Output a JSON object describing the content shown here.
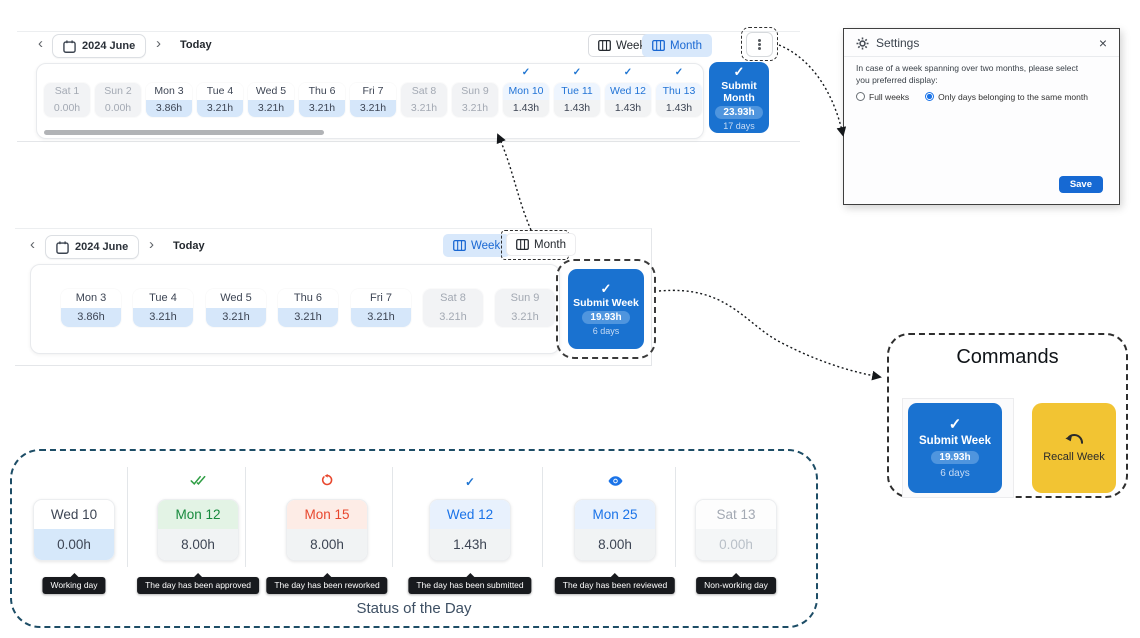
{
  "icons": {
    "check": "✓",
    "prev": "‹",
    "next": "›",
    "close": "×"
  },
  "colors": {
    "primary_blue": "#1a72d0",
    "pill_blue": "#4f95de",
    "selected_bg": "#d8e8fb",
    "accent_yellow": "#f2c433",
    "approved_green": "#178a3d",
    "reworked_red": "#e8472e",
    "link_blue": "#1a73e8",
    "status_border": "#1d4d66"
  },
  "month_bar": {
    "date_label": "2024 June",
    "today_label": "Today",
    "week_label": "Week",
    "month_label": "Month",
    "days": [
      {
        "label": "Sat 1",
        "hours": "0.00h"
      },
      {
        "label": "Sun 2",
        "hours": "0.00h"
      },
      {
        "label": "Mon 3",
        "hours": "3.86h"
      },
      {
        "label": "Tue 4",
        "hours": "3.21h"
      },
      {
        "label": "Wed 5",
        "hours": "3.21h"
      },
      {
        "label": "Thu 6",
        "hours": "3.21h"
      },
      {
        "label": "Fri 7",
        "hours": "3.21h"
      },
      {
        "label": "Sat 8",
        "hours": "3.21h"
      },
      {
        "label": "Sun 9",
        "hours": "3.21h"
      },
      {
        "label": "Mon 10",
        "hours": "1.43h"
      },
      {
        "label": "Tue 11",
        "hours": "1.43h"
      },
      {
        "label": "Wed 12",
        "hours": "1.43h"
      },
      {
        "label": "Thu 13",
        "hours": "1.43h"
      }
    ],
    "submit": {
      "label": "Submit Month",
      "total": "23.93h",
      "days_count": "17 days"
    }
  },
  "week_bar": {
    "date_label": "2024 June",
    "today_label": "Today",
    "week_label": "Week",
    "month_label": "Month",
    "days": [
      {
        "label": "Mon 3",
        "hours": "3.86h"
      },
      {
        "label": "Tue 4",
        "hours": "3.21h"
      },
      {
        "label": "Wed 5",
        "hours": "3.21h"
      },
      {
        "label": "Thu 6",
        "hours": "3.21h"
      },
      {
        "label": "Fri 7",
        "hours": "3.21h"
      },
      {
        "label": "Sat 8",
        "hours": "3.21h"
      },
      {
        "label": "Sun 9",
        "hours": "3.21h"
      }
    ],
    "submit": {
      "label": "Submit Week",
      "total": "19.93h",
      "days_count": "6 days"
    }
  },
  "settings": {
    "title": "Settings",
    "description": "In case of a week spanning over two months, please select you preferred display:",
    "options": [
      {
        "label": "Full weeks",
        "selected": false
      },
      {
        "label": "Only days belonging to the same month",
        "selected": true
      }
    ],
    "save_label": "Save"
  },
  "commands": {
    "title": "Commands",
    "submit": {
      "label": "Submit Week",
      "total": "19.93h",
      "days_count": "6 days"
    },
    "recall": {
      "label": "Recall Week"
    }
  },
  "status": {
    "caption": "Status of the Day",
    "items": [
      {
        "day": "Wed 10",
        "hours": "0.00h",
        "state": "working",
        "tooltip": "Working day"
      },
      {
        "day": "Mon 12",
        "hours": "8.00h",
        "state": "approved",
        "tooltip": "The day has been approved"
      },
      {
        "day": "Mon 15",
        "hours": "8.00h",
        "state": "reworked",
        "tooltip": "The day has been reworked"
      },
      {
        "day": "Wed 12",
        "hours": "1.43h",
        "state": "submitted",
        "tooltip": "The day has been submitted"
      },
      {
        "day": "Mon 25",
        "hours": "8.00h",
        "state": "reviewed",
        "tooltip": "The day has been reviewed"
      },
      {
        "day": "Sat 13",
        "hours": "0.00h",
        "state": "nonworking",
        "tooltip": "Non-working day"
      }
    ]
  }
}
